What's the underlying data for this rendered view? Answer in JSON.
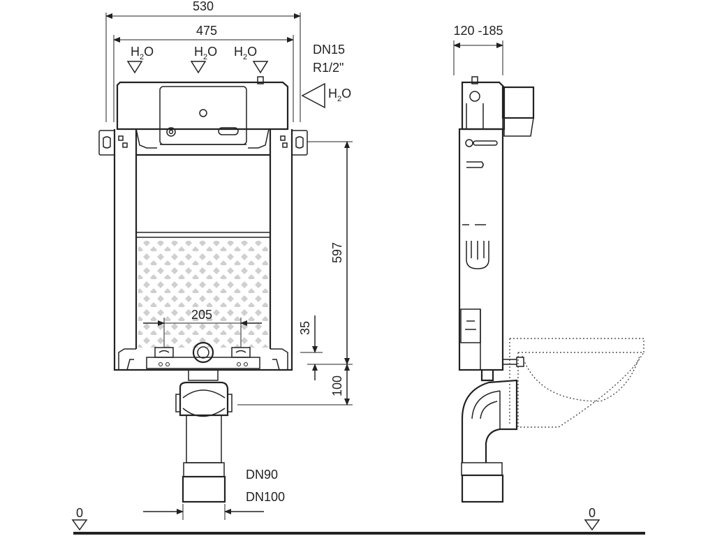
{
  "dimensions": {
    "outer_width": "530",
    "inner_width": "475",
    "side_depth": "120 -185",
    "height": "597",
    "gap_small": "35",
    "gap_bottom": "100",
    "spacing": "205"
  },
  "labels": {
    "water_h": "H",
    "water_sub": "2",
    "water_o": "O",
    "connection_1": "DN15",
    "connection_2": "R1/2\"",
    "pipe_1": "DN90",
    "pipe_2": "DN100",
    "floor_left": "0",
    "floor_right": "0"
  }
}
